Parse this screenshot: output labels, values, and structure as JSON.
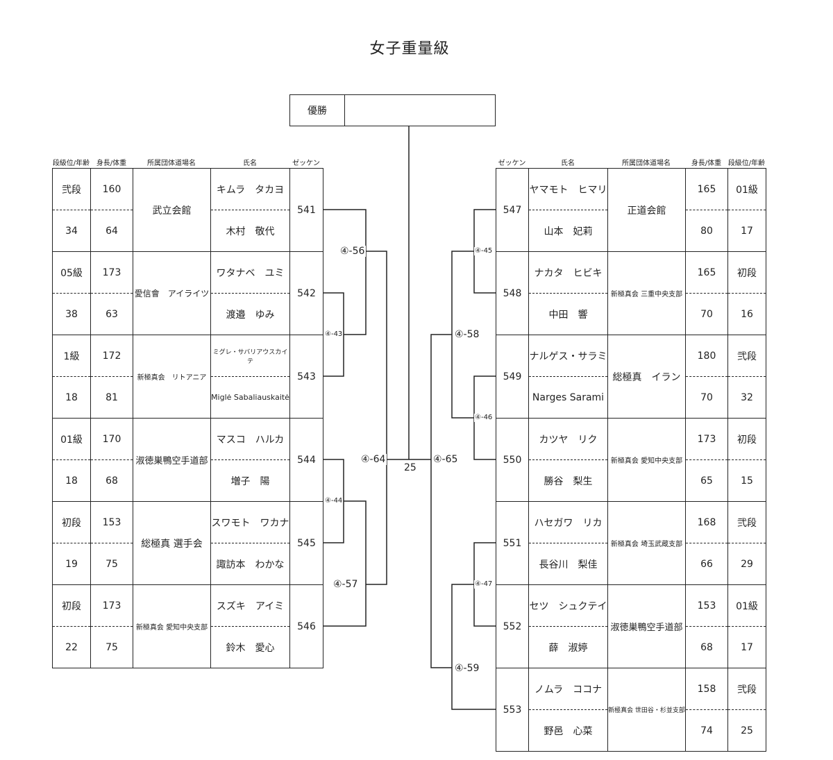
{
  "title": "女子重量級",
  "winner_label": "優勝",
  "headers_left": {
    "rank_age": "段級位/年齢",
    "height_weight": "身長/体重",
    "affiliation": "所属団体道場名",
    "name": "氏名",
    "bib": "ゼッケン"
  },
  "headers_right": {
    "bib": "ゼッケン",
    "name": "氏名",
    "affiliation": "所属団体道場名",
    "height_weight": "身長/体重",
    "rank_age": "段級位/年齢"
  },
  "left_players": [
    {
      "rank": "弐段",
      "age": "34",
      "height": "160",
      "weight": "64",
      "affiliation": "武立会館",
      "kana": "キムラ　タカヨ",
      "kanji": "木村　敬代",
      "bib": "541"
    },
    {
      "rank": "05級",
      "age": "38",
      "height": "173",
      "weight": "63",
      "affiliation": "愛信會　アイライツ",
      "kana": "ワタナベ　ユミ",
      "kanji": "渡邉　ゆみ",
      "bib": "542"
    },
    {
      "rank": "1級",
      "age": "18",
      "height": "172",
      "weight": "81",
      "affiliation": "新極真会　リトアニア",
      "kana": "ミグレ・サバリアウスカイテ",
      "kanji": "Miglė Sabaliauskaitė",
      "bib": "543"
    },
    {
      "rank": "01級",
      "age": "18",
      "height": "170",
      "weight": "68",
      "affiliation": "淑徳巣鴨空手道部",
      "kana": "マスコ　ハルカ",
      "kanji": "増子　陽",
      "bib": "544"
    },
    {
      "rank": "初段",
      "age": "19",
      "height": "153",
      "weight": "75",
      "affiliation": "総極真 選手会",
      "kana": "スワモト　ワカナ",
      "kanji": "諏訪本　わかな",
      "bib": "545"
    },
    {
      "rank": "初段",
      "age": "22",
      "height": "173",
      "weight": "75",
      "affiliation": "新極真会 愛知中央支部",
      "kana": "スズキ　アイミ",
      "kanji": "鈴木　愛心",
      "bib": "546"
    }
  ],
  "right_players": [
    {
      "bib": "547",
      "kana": "ヤマモト　ヒマリ",
      "kanji": "山本　妃莉",
      "affiliation": "正道会館",
      "height": "165",
      "weight": "80",
      "rank": "01級",
      "age": "17"
    },
    {
      "bib": "548",
      "kana": "ナカタ　ヒビキ",
      "kanji": "中田　響",
      "affiliation": "新極真会 三重中央支部",
      "height": "165",
      "weight": "70",
      "rank": "初段",
      "age": "16"
    },
    {
      "bib": "549",
      "kana": "ナルゲス・サラミ",
      "kanji": "Narges Sarami",
      "affiliation": "総極真　イラン",
      "height": "180",
      "weight": "70",
      "rank": "弐段",
      "age": "32"
    },
    {
      "bib": "550",
      "kana": "カツヤ　リク",
      "kanji": "勝谷　梨生",
      "affiliation": "新極真会 愛知中央支部",
      "height": "173",
      "weight": "65",
      "rank": "初段",
      "age": "15"
    },
    {
      "bib": "551",
      "kana": "ハセガワ　リカ",
      "kanji": "長谷川　梨佳",
      "affiliation": "新極真会 埼玉武蔵支部",
      "height": "168",
      "weight": "66",
      "rank": "弐段",
      "age": "29"
    },
    {
      "bib": "552",
      "kana": "セツ　シュクテイ",
      "kanji": "薛　淑婷",
      "affiliation": "淑徳巣鴨空手道部",
      "height": "153",
      "weight": "68",
      "rank": "01級",
      "age": "17"
    },
    {
      "bib": "553",
      "kana": "ノムラ　ココナ",
      "kanji": "野邑　心菜",
      "affiliation": "新極真会 世田谷・杉並支部",
      "height": "158",
      "weight": "74",
      "rank": "弐段",
      "age": "25"
    }
  ],
  "matches": {
    "m43": "④-43",
    "m44": "④-44",
    "m45": "④-45",
    "m46": "④-46",
    "m47": "④-47",
    "m56": "④-56",
    "m57": "④-57",
    "m58": "④-58",
    "m59": "④-59",
    "m64": "④-64",
    "m65": "④-65",
    "final": "25"
  }
}
